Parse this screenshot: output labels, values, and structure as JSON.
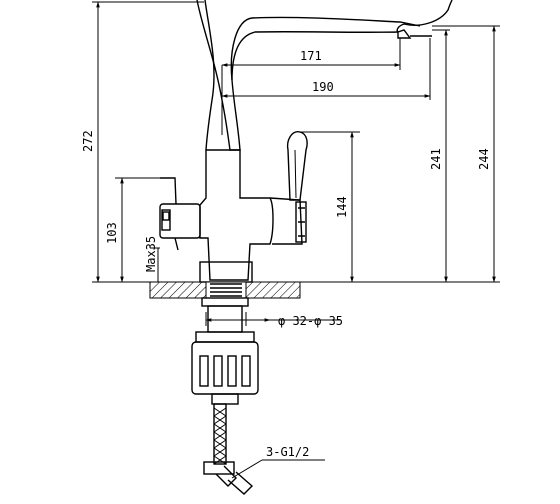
{
  "dimensions": {
    "d171": "171",
    "d190": "190",
    "d272": "272",
    "d241": "241",
    "d244": "244",
    "d144": "144",
    "d103": "103",
    "dmax35": "Max35",
    "dhole": "φ 32-φ 35",
    "dthread": "3-G1/2"
  },
  "colors": {
    "line": "#000000",
    "background": "#ffffff",
    "hatch": "#000000"
  }
}
